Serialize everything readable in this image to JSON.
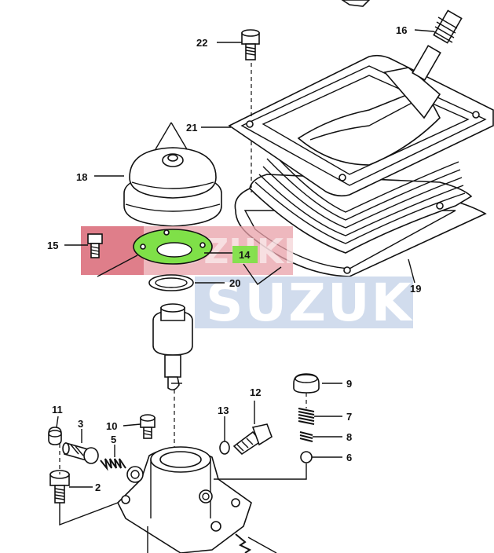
{
  "diagram": {
    "watermark": "SUZUKI",
    "highlight_color": "#7fe048",
    "labels": {
      "p2": "2",
      "p3": "3",
      "p5": "5",
      "p6": "6",
      "p7": "7",
      "p8": "8",
      "p9": "9",
      "p10": "10",
      "p11": "11",
      "p12": "12",
      "p13": "13",
      "p14": "14",
      "p15": "15",
      "p16": "16",
      "p18": "18",
      "p19": "19",
      "p20": "20",
      "p21": "21",
      "p22": "22"
    }
  }
}
